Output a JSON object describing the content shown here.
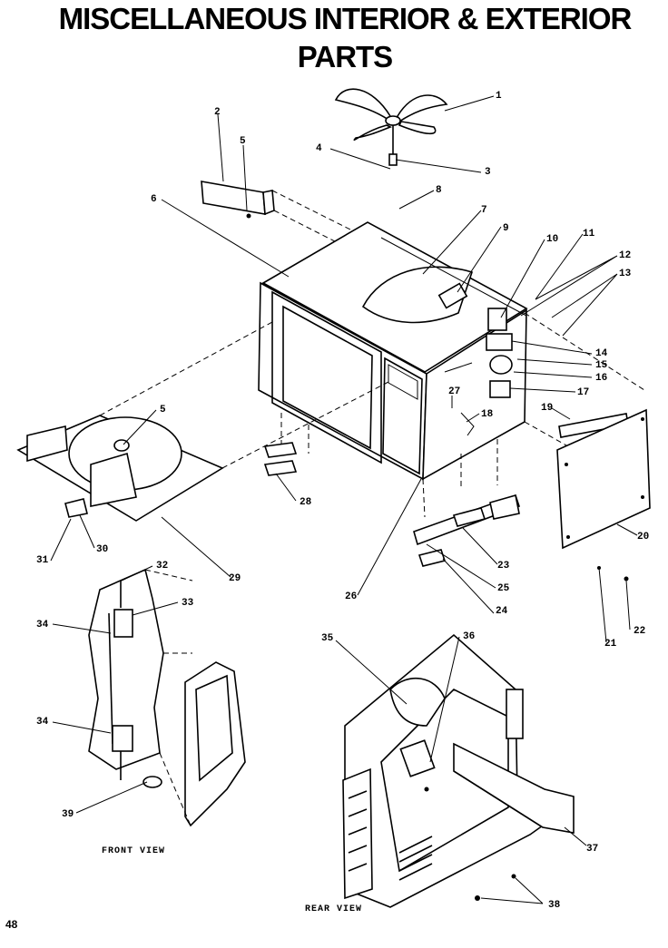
{
  "title": {
    "line1": "MISCELLANEOUS INTERIOR & EXTERIOR",
    "line2": "PARTS"
  },
  "callouts": [
    "1",
    "2",
    "3",
    "4",
    "5",
    "6",
    "7",
    "8",
    "9",
    "10",
    "11",
    "12",
    "13",
    "14",
    "15",
    "16",
    "17",
    "18",
    "19",
    "20",
    "21",
    "22",
    "23",
    "24",
    "25",
    "26",
    "27",
    "28",
    "29",
    "30",
    "31",
    "32",
    "33",
    "34",
    "34",
    "35",
    "36",
    "37",
    "38",
    "39",
    "5"
  ],
  "captions": {
    "front_view": "FRONT VIEW",
    "rear_view": "REAR VIEW"
  },
  "page_number": "48"
}
